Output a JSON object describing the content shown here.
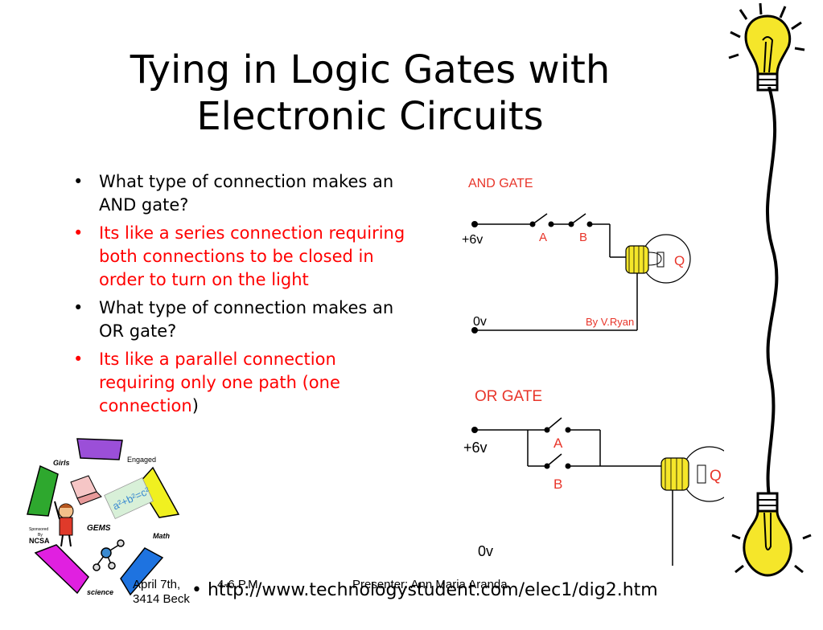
{
  "slide": {
    "title_line1": "Tying in Logic Gates with",
    "title_line2": "Electronic Circuits",
    "bullets": [
      {
        "text": "What type of connection makes an AND gate?"
      },
      {
        "text": "Its like a series connection requiring both connections to be closed in order to turn on the light"
      },
      {
        "text": "What type of connection makes an OR gate?"
      },
      {
        "text": "Its like a parallel connection requiring only one path (one connection",
        "suffix": ")"
      }
    ]
  },
  "and_gate": {
    "label": "AND GATE",
    "voltage": "+6v",
    "switch_a": "A",
    "switch_b": "B",
    "output": "Q",
    "ground": "0v",
    "credit": "By V.Ryan"
  },
  "or_gate": {
    "label": "OR GATE",
    "voltage": "+6v",
    "switch_a": "A",
    "switch_b": "B",
    "output": "Q",
    "ground": "0v"
  },
  "logo": {
    "girls": "Girls",
    "engaged": "Engaged",
    "math": "Math",
    "science": "science",
    "sponsored": "Sponsored",
    "by": "By",
    "ncsa": "NCSA",
    "gems": "GEMS",
    "formula": "a²+b²=c²"
  },
  "footer": {
    "date": "April 7th,",
    "room": "3414 Beck",
    "time": "4-6 P.M.",
    "presenter": "Presenter: Ann Maria Aranda",
    "url": "http://www.technologystudent.com/elec1/dig2.htm"
  },
  "colors": {
    "gate_label": "#e8352a",
    "bullet_red": "#ff0000",
    "bulb_yellow": "#f5e62a",
    "ring_green": "#2ea82e",
    "ring_purple": "#9b4fd8",
    "ring_yellow": "#f0f020",
    "ring_blue": "#1e73e0",
    "ring_magenta": "#e020e0"
  }
}
